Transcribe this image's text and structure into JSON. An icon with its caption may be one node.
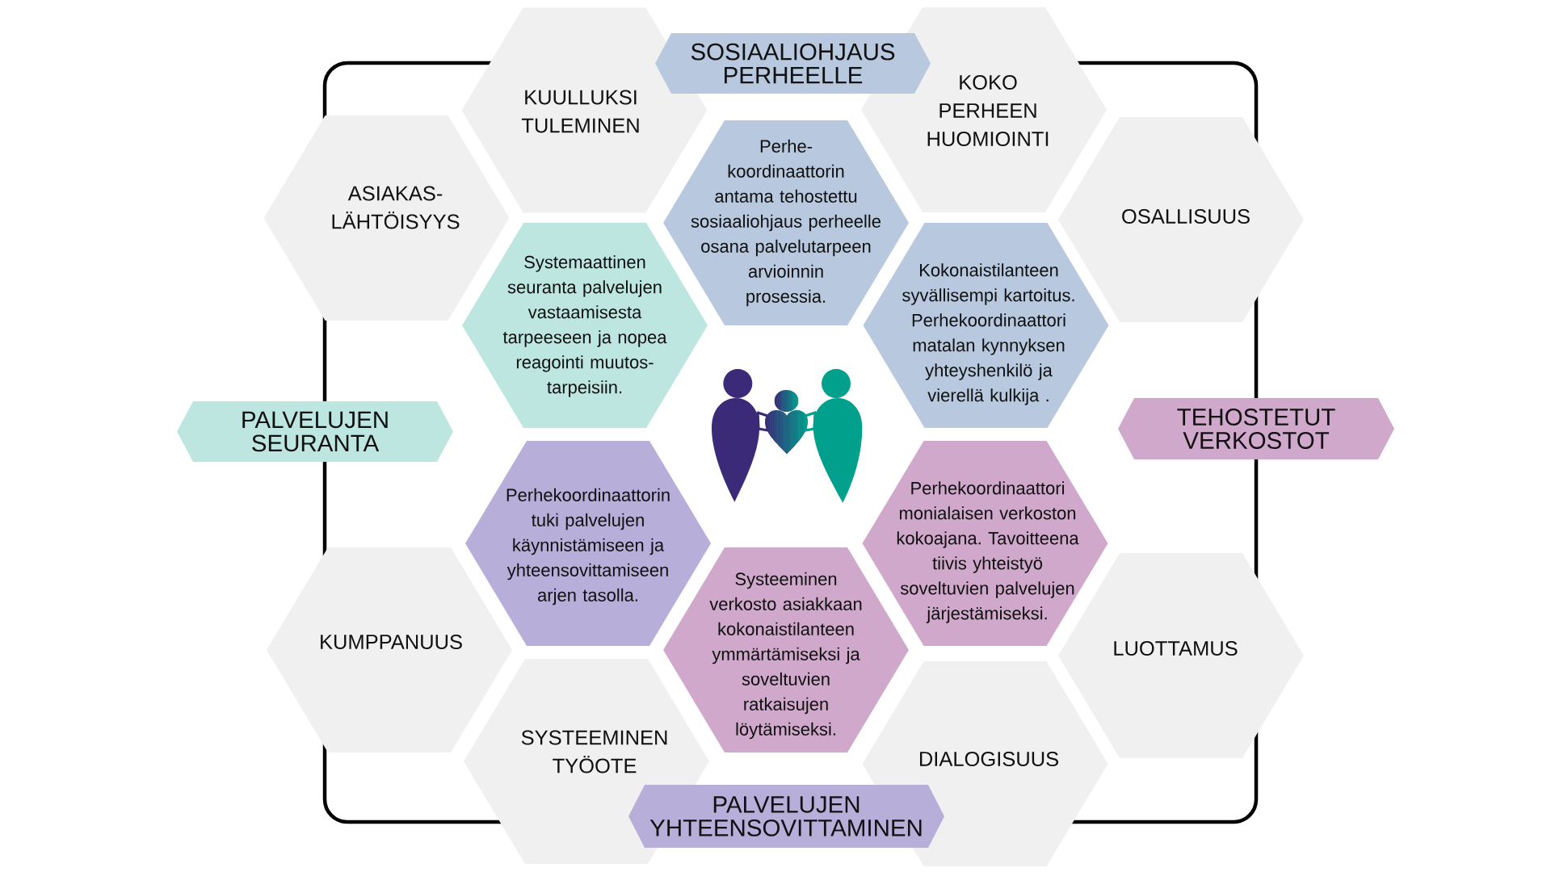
{
  "diagram": {
    "nodes": [
      {
        "text": [
          "KUULLUKSI TULEMINEN"
        ]
      },
      {
        "text": [
          "SOSIAALIOHJAUS PERHEELLE"
        ]
      },
      {
        "text": [
          "KOKO PERHEEN HUOMIOINTI"
        ]
      },
      {
        "text": [
          "ASIAKAS- LÄHTÖISYYS"
        ]
      },
      {
        "text": [
          "Perhe- koordinaattorin antama tehostettu sosiaaliohjaus perheelle osana palvelutarpeen arvioinnin prosessia."
        ]
      },
      {
        "text": [
          "OSALLISUUS"
        ]
      },
      {
        "text": [
          "Systemaattinen seuranta palvelujen vastaamisesta tarpeeseen ja nopea reagointi muutos- tarpeisiin."
        ]
      },
      {
        "text": [
          "Kokonaistilanteen syvällisempi kartoitus. Perhekoordinaattori matalan kynnyksen yhteyshenkilö ja vierellä kulkija ."
        ]
      },
      {
        "text": [
          "PALVELUJEN SEURANTA"
        ]
      },
      {
        "text": [
          "TEHOSTETUT VERKOSTOT"
        ]
      },
      {
        "text": [
          "Perhekoordinaattorin tuki palvelujen käynnistämiseen ja yhteensovittamiseen arjen tasolla."
        ]
      },
      {
        "text": [
          "Perhekoordinaattori monialaisen verkoston kokoajana. Tavoitteena tiivis yhteistyö soveltuvien palvelujen järjestämiseksi."
        ]
      },
      {
        "text": [
          "KUMPPANUUS"
        ]
      },
      {
        "text": [
          "Systeeminen verkosto asiakkaan kokonaistilanteen ymmärtämiseksi ja soveltuvien ratkaisujen löytämiseksi."
        ]
      },
      {
        "text": [
          "LUOTTAMUS"
        ]
      },
      {
        "text": [
          "SYSTEEMINEN TYÖOTE"
        ]
      },
      {
        "text": [
          "DIALOGISUUS"
        ]
      },
      {
        "text": [
          "PALVELUJEN YHTEENSOVITTAMINEN"
        ]
      }
    ]
  }
}
